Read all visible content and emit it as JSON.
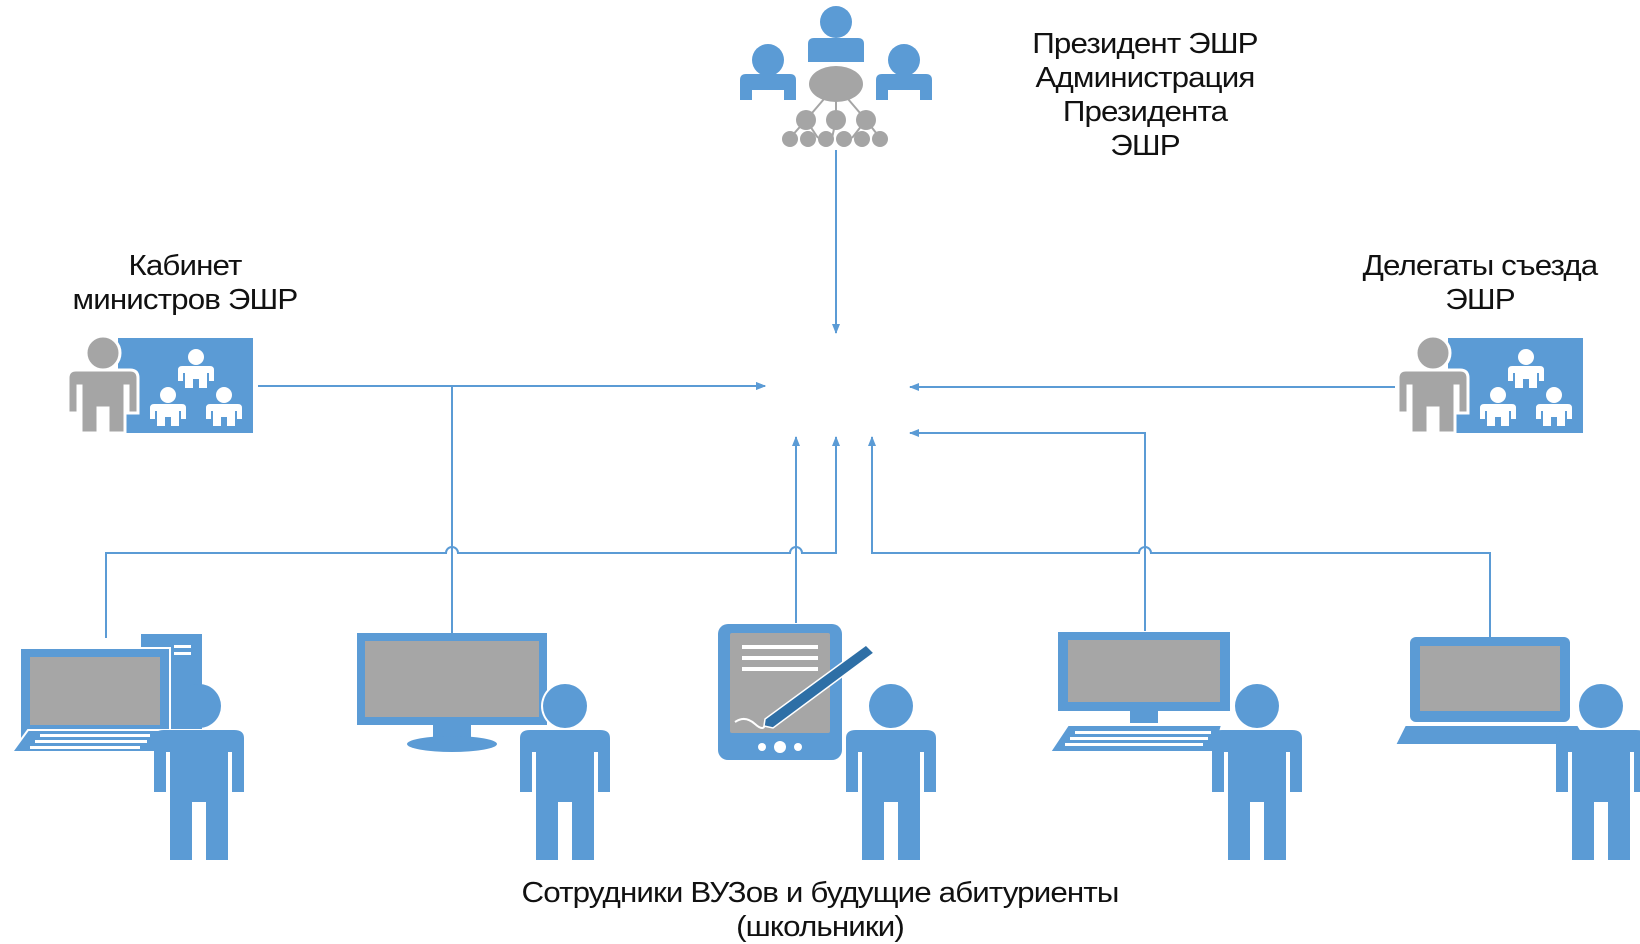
{
  "labels": {
    "president": [
      "Президент ЭШР",
      "Администрация",
      "Президента",
      "ЭШР"
    ],
    "cabinet": [
      "Кабинет",
      "министров ЭШР"
    ],
    "delegates": [
      "Делегаты съезда",
      "ЭШР"
    ],
    "users": [
      "Сотрудники ВУЗов и будущие абитуриенты",
      "(школьники)"
    ]
  },
  "icons": {
    "president": "organization-hierarchy-icon",
    "cabinet": "group-meeting-icon",
    "delegates": "group-meeting-icon",
    "user1": "desktop-computer-user-icon",
    "user2": "monitor-user-icon",
    "user3": "tablet-pen-user-icon",
    "user4": "computer-keyboard-user-icon",
    "user5": "laptop-user-icon"
  },
  "colors": {
    "blue": "#5b9bd5",
    "gray": "#a5a5a5",
    "line": "#5b9bd5",
    "screen": "#a6a6a6",
    "text": "#111111"
  }
}
